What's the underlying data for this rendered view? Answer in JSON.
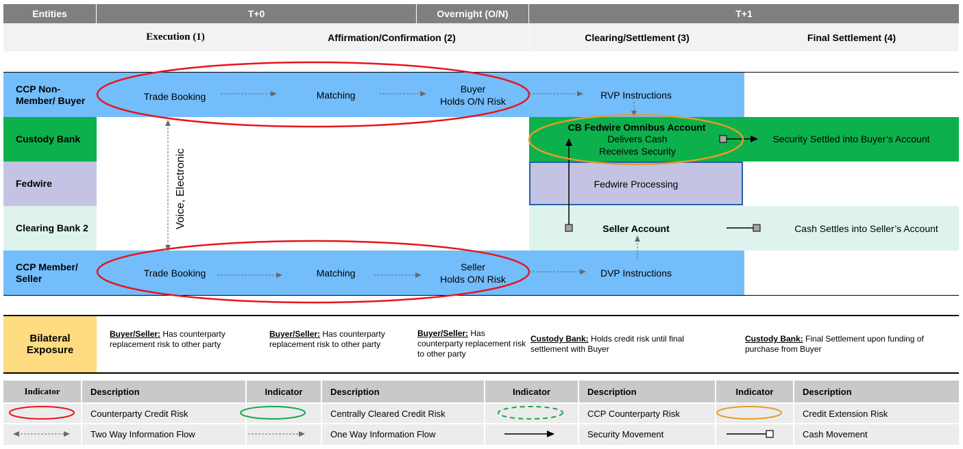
{
  "header": {
    "entities": "Entities",
    "t0": "T+0",
    "overnight": "Overnight (O/N)",
    "t1": "T+1"
  },
  "phases": {
    "execution": "Execution (1)",
    "affirmation": "Affirmation/Confirmation (2)",
    "clearing": "Clearing/Settlement (3)",
    "final": "Final Settlement (4)"
  },
  "entities": {
    "buyer": "CCP Non-Member/ Buyer",
    "custody": "Custody Bank",
    "fedwire": "Fedwire",
    "clearing_bank": "Clearing Bank 2",
    "seller": "CCP Member/ Seller"
  },
  "flow": {
    "buyer_trade_booking": "Trade Booking",
    "buyer_matching": "Matching",
    "buyer_holds_1": "Buyer",
    "buyer_holds_2": "Holds O/N Risk",
    "rvp": "RVP Instructions",
    "cb_title": "CB Fedwire Omnibus Account",
    "cb_line1": "Delivers  Cash",
    "cb_line2": "Receives Security",
    "security_settled": "Security Settled into Buyer’s Account",
    "fedwire_processing": "Fedwire Processing",
    "voice": "Voice, Electronic",
    "seller_account": "Seller Account",
    "cash_settles": "Cash Settles into Seller’s Account",
    "seller_trade_booking": "Trade Booking",
    "seller_matching": "Matching",
    "seller_holds_1": "Seller",
    "seller_holds_2": "Holds O/N Risk",
    "dvp": "DVP Instructions"
  },
  "bilateral": {
    "title": "Bilateral Exposure",
    "c1_label": "Buyer/Seller:",
    "c1_text": " Has counterparty replacement risk to other party",
    "c2_label": "Buyer/Seller:",
    "c2_text": " Has counterparty replacement risk to other party",
    "c3_label": "Buyer/Seller:",
    "c3_text": " Has counterparty replacement risk to other party",
    "c4_label": "Custody Bank:",
    "c4_text": " Holds credit risk until final settlement with Buyer",
    "c5_label": "Custody Bank:",
    "c5_text": " Final Settlement upon funding of purchase from Buyer"
  },
  "legend": {
    "indicator": "Indicator",
    "description": "Description",
    "counterparty": "Counterparty Credit Risk",
    "centrally": "Centrally Cleared Credit Risk",
    "ccp": "CCP Counterparty Risk",
    "credit_ext": "Credit Extension Risk",
    "two_way": "Two Way Information Flow",
    "one_way": "One Way Information Flow",
    "security_mv": "Security Movement",
    "cash_mv": "Cash Movement"
  },
  "colors": {
    "header_gray": "#7f7f7f",
    "blue_row": "#73bdfb",
    "custody_green": "#0db14b",
    "fedwire_lavender": "#c5c3e3",
    "clearing_mint": "#dff3ee",
    "bilateral_yellow": "#ffdc80",
    "red_oval": "#e8141b",
    "orange_oval": "#e89b2b",
    "green_oval": "#17a84a",
    "fedwire_border": "#1f5fa8"
  }
}
